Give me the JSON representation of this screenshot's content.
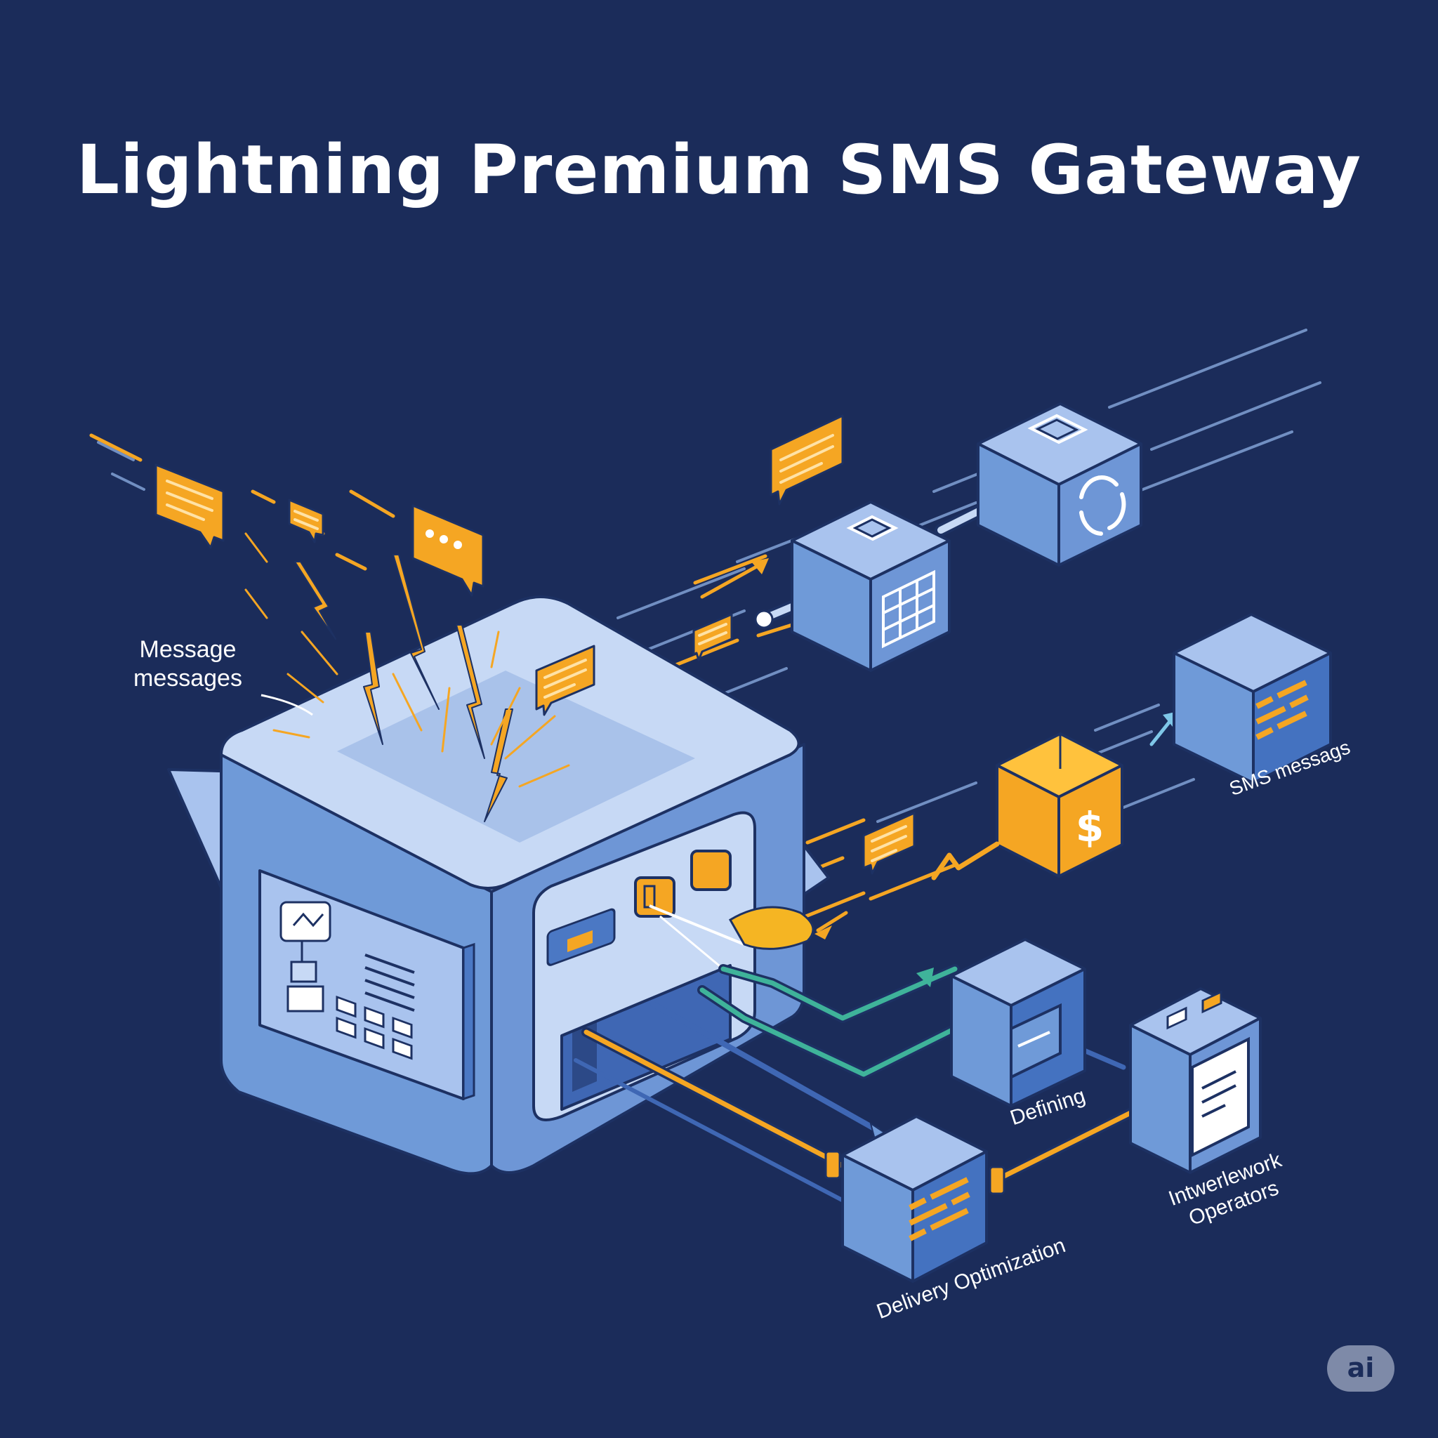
{
  "title": "Lightning Premium SMS Gateway",
  "labels": {
    "message_line1": "Message",
    "message_line2": "messages",
    "sms": "SMS messags",
    "defining": "Defining",
    "delivery": "Delivery Optimization",
    "interwork_line1": "Intwerlework",
    "interwork_line2": "Operators"
  },
  "badge": "ai",
  "icons": {
    "dollar": "$"
  },
  "colors": {
    "background": "#1b2c5a",
    "cube_top": "#a9c3ee",
    "cube_left": "#6f9ad8",
    "cube_right": "#4b78c4",
    "accent_orange": "#f5a623",
    "accent_green": "#3fb39a",
    "text": "#ffffff"
  }
}
